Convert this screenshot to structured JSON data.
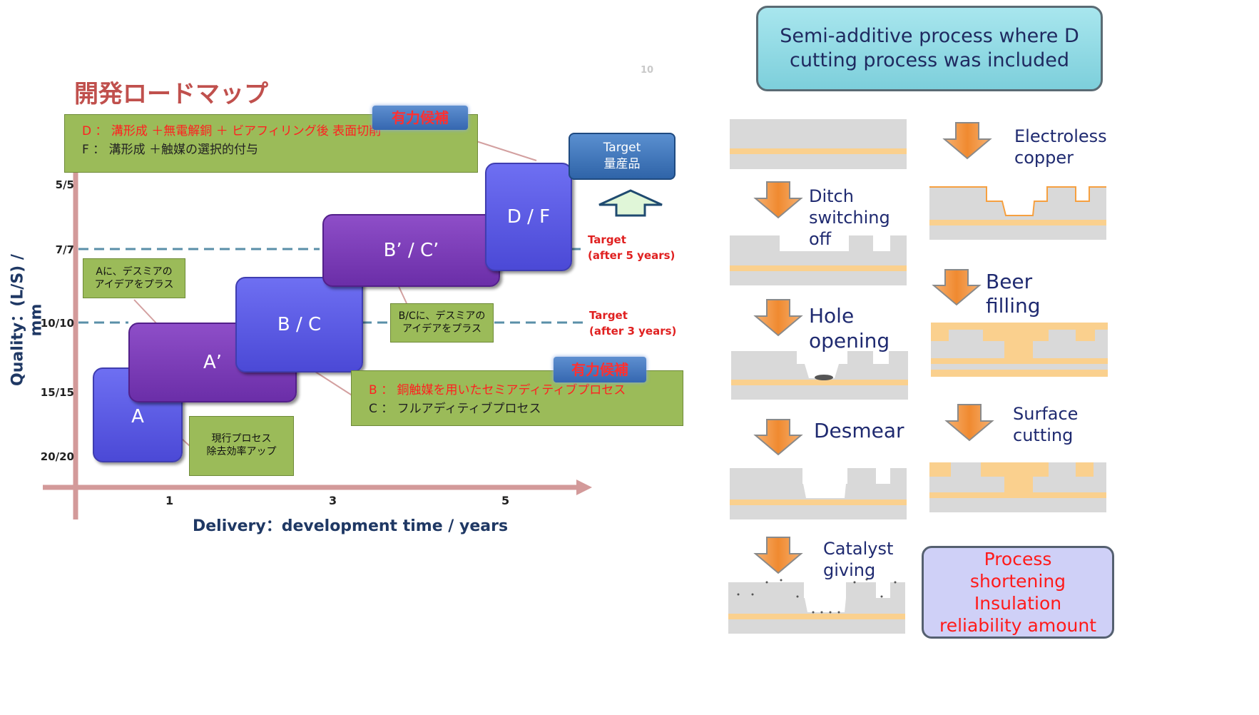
{
  "left": {
    "title": "開発ロードマップ",
    "page_number": "10",
    "y_axis_label": "Quality：(L/S) / mm",
    "x_axis_label": "Delivery：development time / years",
    "y_ticks": [
      "5/5",
      "7/7",
      "10/10",
      "15/15",
      "20/20"
    ],
    "x_ticks": [
      "1",
      "3",
      "5"
    ],
    "phases": {
      "a": "A",
      "a_prime": "A’",
      "bc": "B / C",
      "bc_prime": "B’ / C’",
      "df": "D / F"
    },
    "top_legend": {
      "badge": "有力候補",
      "line1": "D ： 溝形成 ＋無電解銅 ＋ ビアフィリング後 表面切削",
      "line2": "F ： 溝形成 ＋触媒の選択的付与"
    },
    "bottom_legend": {
      "badge": "有力候補",
      "line1": "B ： 銅触媒を用いたセミアディティブプロセス",
      "line2": "C ： フルアディティブプロセス"
    },
    "notes": {
      "a_note_1": "Aに、デスミアの",
      "a_note_2": "アイデアをプラス",
      "bc_note_1": "B/Cに、デスミアの",
      "bc_note_2": "アイデアをプラス",
      "current_1": "現行プロセス",
      "current_2": "除去効率アップ"
    },
    "target5_1": "Target",
    "target5_2": "(after 5 years)",
    "target3_1": "Target",
    "target3_2": "(after 3 years)",
    "target_box_1": "Target",
    "target_box_2": "量産品"
  },
  "right": {
    "header": "Semi-additive process where D cutting process was included",
    "steps": {
      "electroless_1": "Electroless",
      "electroless_2": "copper",
      "ditch_1": "Ditch",
      "ditch_2": "switching",
      "ditch_3": "off",
      "beer_1": "Beer",
      "beer_2": "filling",
      "hole_1": "Hole",
      "hole_2": "opening",
      "desmear": "Desmear",
      "surface_1": "Surface",
      "surface_2": "cutting",
      "catalyst_1": "Catalyst",
      "catalyst_2": "giving"
    },
    "process_box": {
      "line1": "Process",
      "line2": "shortening",
      "line3": "Insulation",
      "line4": "reliability amount"
    }
  },
  "colors": {
    "axis": "#d39a9a",
    "green_box": "#9bbb59",
    "phase_blue": "#5b5be8",
    "phase_purple": "#7b3db8",
    "substrate": "#d9d9d9",
    "copper": "#fad08e",
    "arrow": "#f0a050"
  }
}
